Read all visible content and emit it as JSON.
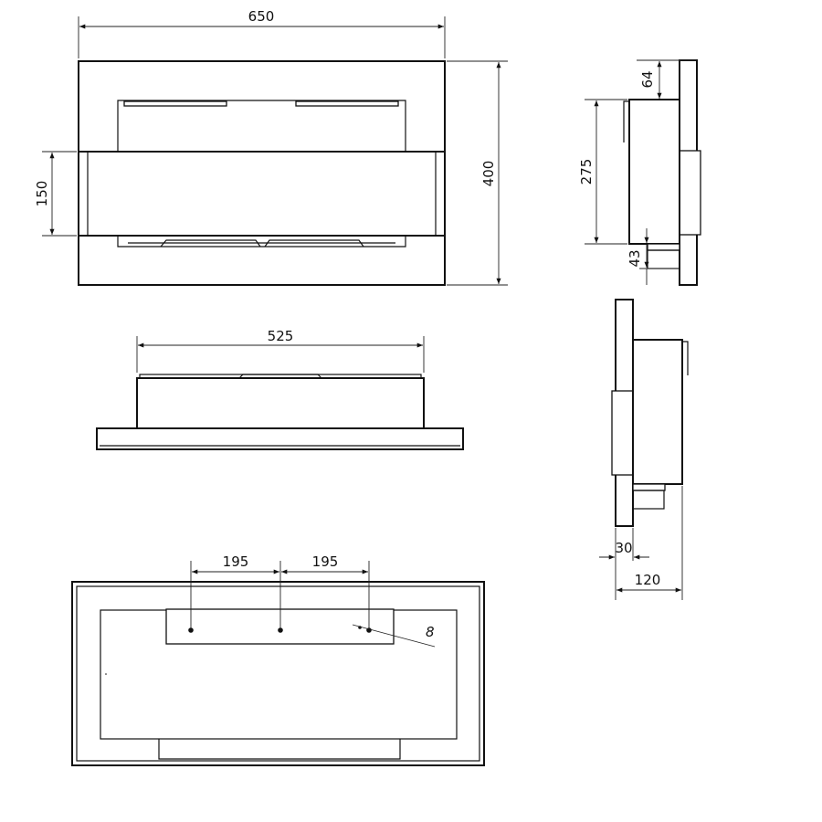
{
  "dimensions": {
    "front_width": "650",
    "front_height": "400",
    "opening_height": "150",
    "top_width": "525",
    "side_top_offset": "64",
    "side_body_height": "275",
    "side_bottom_offset": "43",
    "side_frame_depth": "30",
    "side_total_depth": "120",
    "hole_spacing_left": "195",
    "hole_spacing_right": "195",
    "hole_diameter": "8"
  }
}
